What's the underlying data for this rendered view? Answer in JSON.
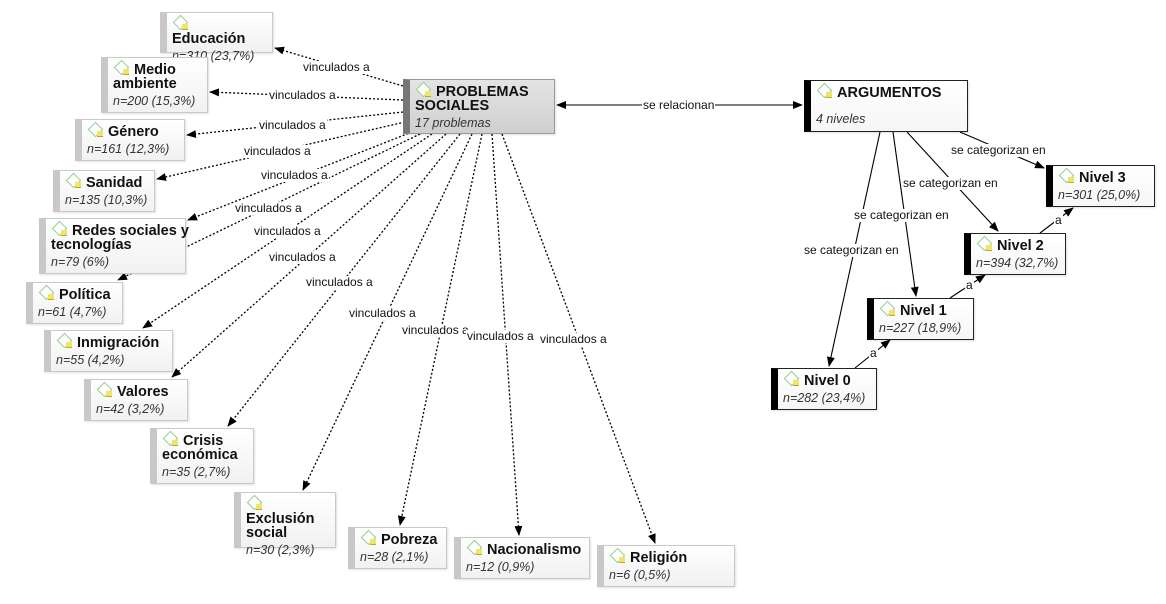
{
  "hub": {
    "title": "PROBLEMAS SOCIALES",
    "subtitle": "17 problemas"
  },
  "argumentos": {
    "title": "ARGUMENTOS",
    "subtitle": "4 niveles"
  },
  "hub_relation_label": "se relacionan",
  "problem_edge_label": "vinculados a",
  "category_edge_label": "se categorizan en",
  "level_edge_label": "a",
  "problems": [
    {
      "label": "Educación",
      "count": "n=310 (23,7%)",
      "n": 310,
      "pct": 23.7
    },
    {
      "label": "Medio ambiente",
      "count": "n=200 (15,3%)",
      "n": 200,
      "pct": 15.3
    },
    {
      "label": "Género",
      "count": "n=161 (12,3%)",
      "n": 161,
      "pct": 12.3
    },
    {
      "label": "Sanidad",
      "count": "n=135 (10,3%)",
      "n": 135,
      "pct": 10.3
    },
    {
      "label": "Redes sociales y tecnologías",
      "count": "n=79 (6%)",
      "n": 79,
      "pct": 6
    },
    {
      "label": "Política",
      "count": "n=61 (4,7%)",
      "n": 61,
      "pct": 4.7
    },
    {
      "label": "Inmigración",
      "count": "n=55 (4,2%)",
      "n": 55,
      "pct": 4.2
    },
    {
      "label": "Valores",
      "count": "n=42 (3,2%)",
      "n": 42,
      "pct": 3.2
    },
    {
      "label": "Crisis económica",
      "count": "n=35 (2,7%)",
      "n": 35,
      "pct": 2.7
    },
    {
      "label": "Exclusión social",
      "count": "n=30 (2,3%)",
      "n": 30,
      "pct": 2.3
    },
    {
      "label": "Pobreza",
      "count": "n=28 (2,1%)",
      "n": 28,
      "pct": 2.1
    },
    {
      "label": "Nacionalismo",
      "count": "n=12 (0,9%)",
      "n": 12,
      "pct": 0.9
    },
    {
      "label": "Religión",
      "count": "n=6 (0,5%)",
      "n": 6,
      "pct": 0.5
    }
  ],
  "levels": [
    {
      "label": "Nivel 0",
      "count": "n=282 (23,4%)",
      "n": 282,
      "pct": 23.4
    },
    {
      "label": "Nivel 1",
      "count": "n=227 (18,9%)",
      "n": 227,
      "pct": 18.9
    },
    {
      "label": "Nivel 2",
      "count": "n=394 (32,7%)",
      "n": 394,
      "pct": 32.7
    },
    {
      "label": "Nivel 3",
      "count": "n=301 (25,0%)",
      "n": 301,
      "pct": 25.0
    }
  ]
}
